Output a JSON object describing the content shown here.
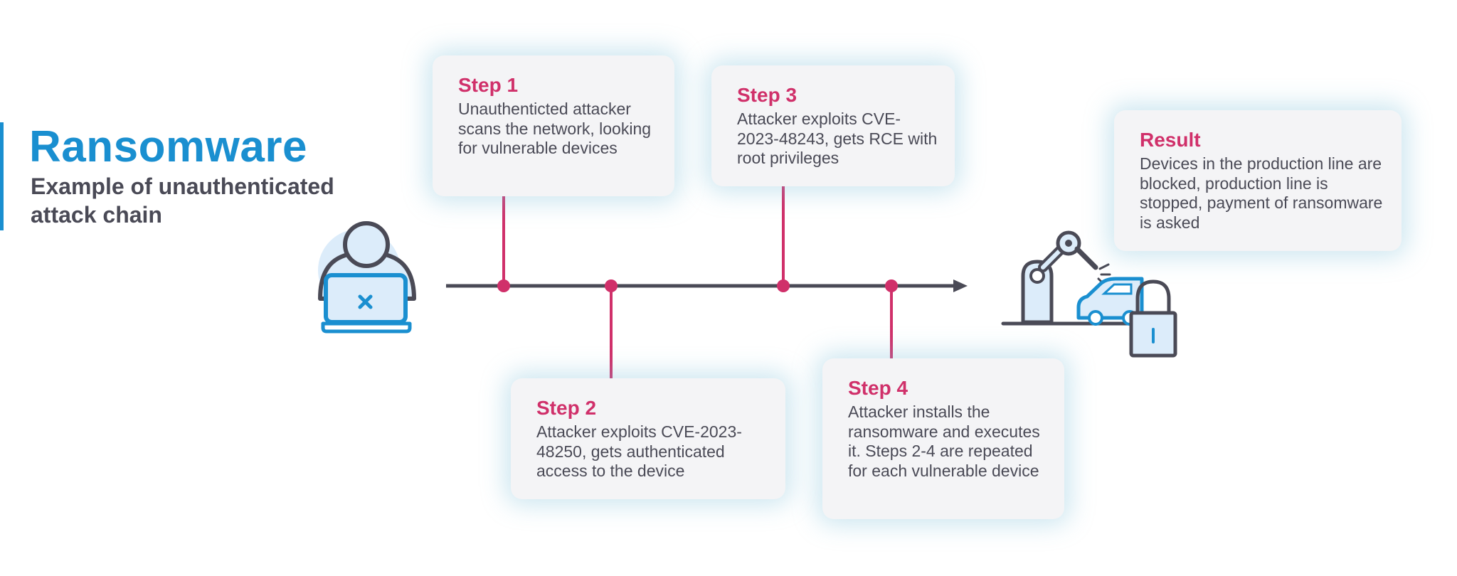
{
  "header": {
    "title": "Ransomware",
    "subtitle": "Example of unauthenticated attack chain"
  },
  "colors": {
    "accent_blue": "#1a8fd0",
    "accent_magenta": "#d0306a",
    "line_dark": "#4a4a56",
    "card_bg": "#f4f4f6",
    "icon_fill": "#dcecfa"
  },
  "steps": [
    {
      "title": "Step 1",
      "text": "Unauthenticted attacker scans the network, looking for vulnerable devices"
    },
    {
      "title": "Step 2",
      "text": "Attacker exploits CVE-2023-48250, gets authenticated access to the device"
    },
    {
      "title": "Step 3",
      "text": "Attacker exploits CVE-2023-48243,  gets RCE with root privileges"
    },
    {
      "title": "Step 4",
      "text": "Attacker installs the ransomware and executes it. Steps 2-4 are repeated for each vulnerable device"
    }
  ],
  "result": {
    "title": "Result",
    "text": "Devices in the production line are blocked, production line is stopped, payment of ransomware is asked"
  },
  "icons": {
    "attacker": "attacker-laptop-icon",
    "target": "robot-arm-car-lock-icon"
  }
}
